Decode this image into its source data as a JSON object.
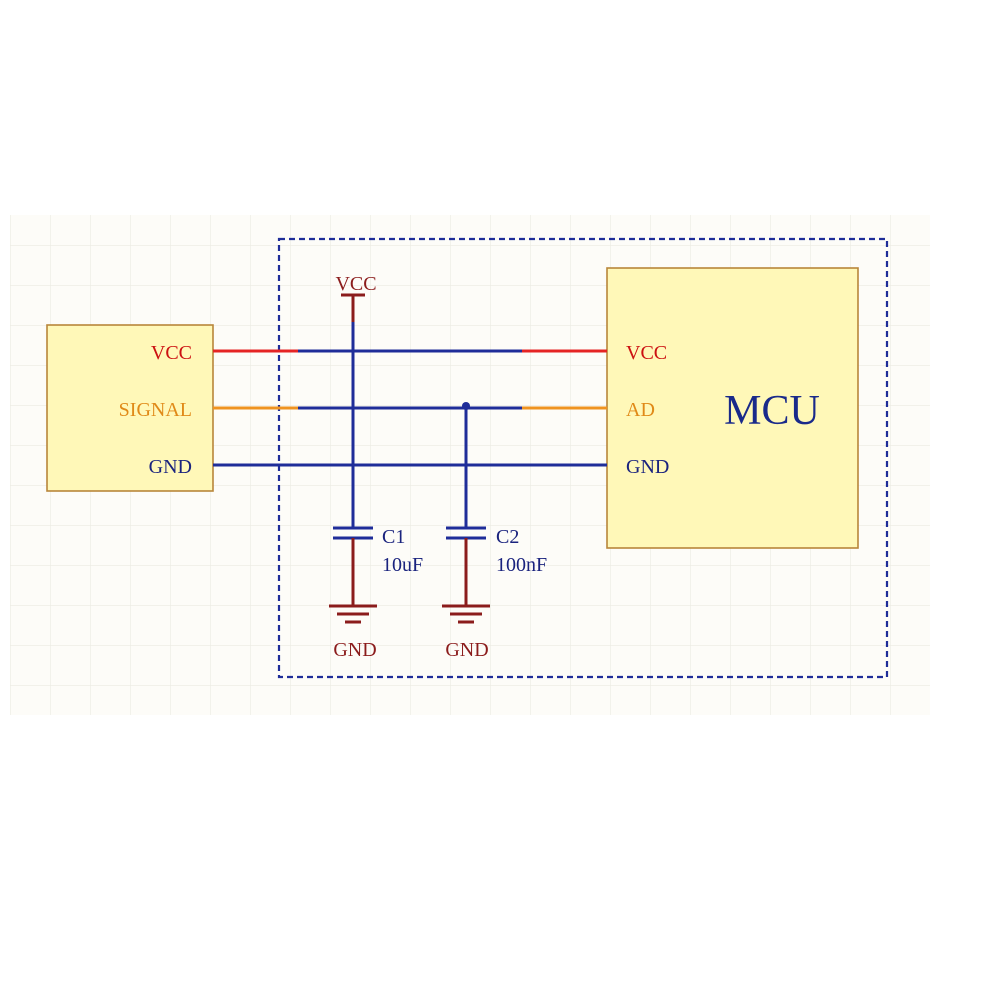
{
  "colors": {
    "background": "#fdfcf8",
    "grid": "#ebeae2",
    "block_fill": "#fff8b8",
    "block_border": "#b8863a",
    "wire_blue": "#1f2d99",
    "wire_red": "#e52424",
    "wire_orange": "#ef9320",
    "ground": "#8b1c1c",
    "pin_red": "#cc1111",
    "pin_orange": "#e08a18",
    "pin_navy": "#1a237e",
    "mcu_text": "#1a2a8a",
    "dashed_border": "#1f2d99"
  },
  "sensor": {
    "pins": {
      "vcc": "VCC",
      "signal": "SIGNAL",
      "gnd": "GND"
    }
  },
  "mcu": {
    "title": "MCU",
    "pins": {
      "vcc": "VCC",
      "ad": "AD",
      "gnd": "GND"
    }
  },
  "power_port": "VCC",
  "capacitors": [
    {
      "ref": "C1",
      "value": "10uF"
    },
    {
      "ref": "C2",
      "value": "100nF"
    }
  ],
  "grounds": [
    {
      "label": "GND"
    },
    {
      "label": "GND"
    }
  ]
}
